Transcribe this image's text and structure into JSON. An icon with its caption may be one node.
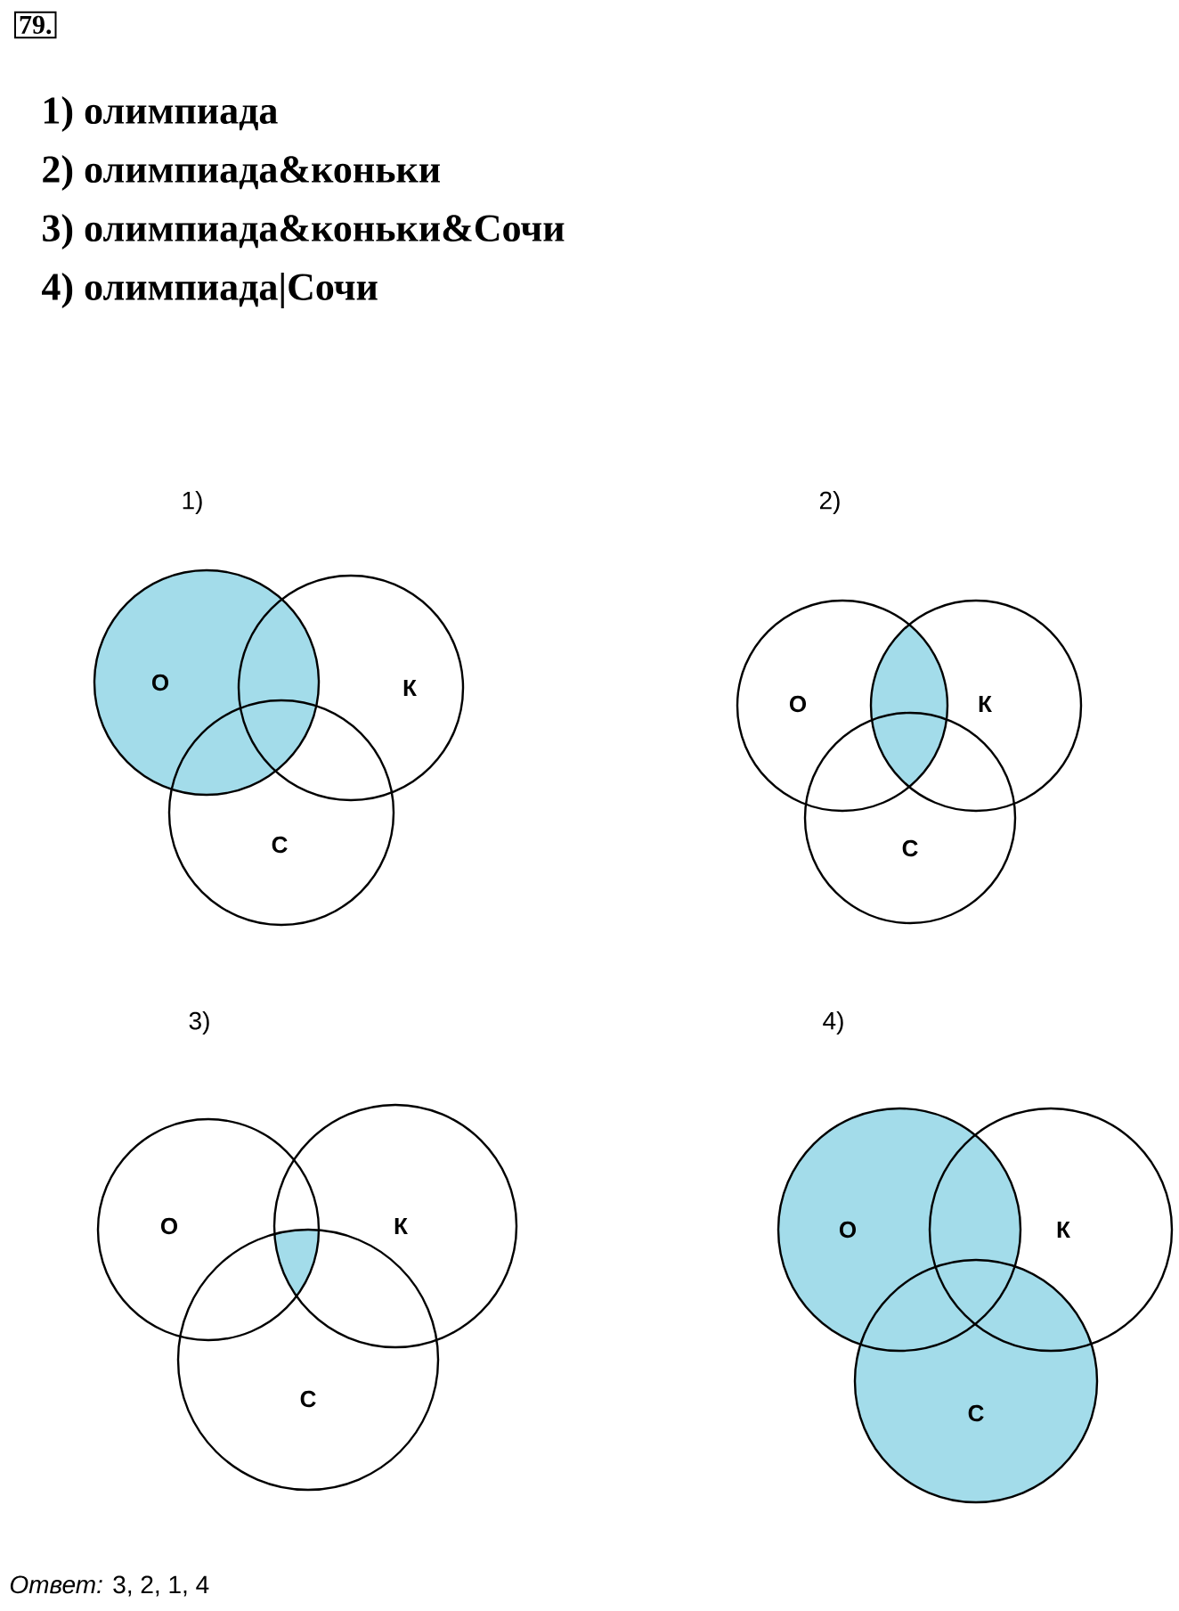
{
  "diagram": {
    "nodes": [
      {
        "text": [
          "О"
        ]
      },
      {
        "text": [
          "К"
        ]
      },
      {
        "text": [
          "С"
        ]
      },
      {
        "text": [
          "О"
        ]
      },
      {
        "text": [
          "К"
        ]
      },
      {
        "text": [
          "С"
        ]
      },
      {
        "text": [
          "О"
        ]
      },
      {
        "text": [
          "К"
        ]
      },
      {
        "text": [
          "С"
        ]
      },
      {
        "text": [
          "О"
        ]
      },
      {
        "text": [
          "К"
        ]
      },
      {
        "text": [
          "С"
        ]
      }
    ],
    "labels": [
      "79.",
      "**1)** олимпиада",
      "**2)** олимпиада&коньки",
      "**3)** олимпиада&коньки&Сочи",
      "**4)** олимпиада|Сочи",
      "1)",
      "2)",
      "3)",
      "4)",
      "*Ответ:* 3, 2, 1, 4"
    ]
  }
}
